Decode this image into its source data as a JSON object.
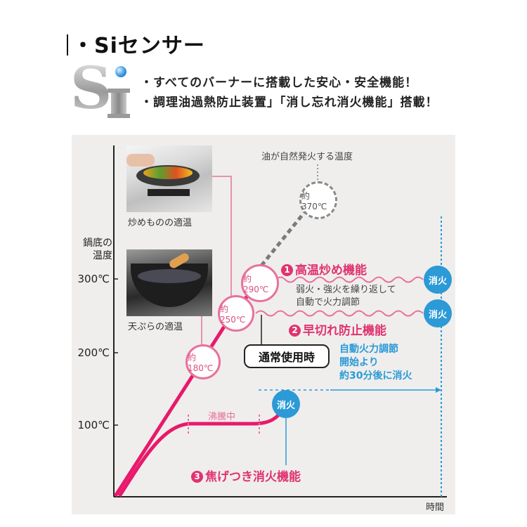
{
  "header": {
    "title": "・Siセンサー",
    "logo": "Si",
    "bullets": [
      "・すべてのバーナーに搭載した安心・安全機能！",
      "・調理油過熱防止装置」「消し忘れ消火機能」搭載！"
    ]
  },
  "chart": {
    "ylabel_line1": "鍋底の",
    "ylabel_line2": "温度",
    "xlabel": "時間",
    "yticks": [
      "300℃",
      "200℃",
      "100℃"
    ],
    "photos": [
      {
        "caption": "炒めものの適温"
      },
      {
        "caption": "天ぷらの適温"
      }
    ],
    "ignition_label": "油が自然発火する温度",
    "temp_markers": [
      "約180℃",
      "約250℃",
      "約290℃",
      "約370℃"
    ],
    "features": [
      {
        "num": "1",
        "label": "高温炒め機能"
      },
      {
        "num": "2",
        "label": "早切れ防止機能"
      },
      {
        "num": "3",
        "label": "焦げつき消火機能"
      }
    ],
    "feature1_note_line1": "弱火・強火を繰り返して",
    "feature1_note_line2": "自動で火力調節",
    "boiling_label": "沸騰中",
    "normal_use_label": "通常使用時",
    "auto_note": [
      "自動火力調節",
      "開始より",
      "約30分後に消火"
    ],
    "extinguish_label": "消火",
    "colors": {
      "pink_line": "#e8196b",
      "pink_light": "#e8719c",
      "blue": "#2b9ad6",
      "gray_dashed": "#7a7a7a",
      "panel_bg": "#efeeed"
    }
  },
  "chart_data": {
    "type": "line",
    "title": "Siセンサー 鍋底の温度と時間",
    "xlabel": "時間",
    "ylabel": "鍋底の温度",
    "yticks": [
      100,
      200,
      300
    ],
    "ylim": [
      0,
      380
    ],
    "series": [
      {
        "name": "高温炒め機能 (約290℃で自動火力調節)",
        "points": [
          [
            0,
            0
          ],
          [
            0.4,
            290
          ],
          [
            1.0,
            290
          ]
        ]
      },
      {
        "name": "早切れ防止機能 (約250℃で自動火力調節)",
        "points": [
          [
            0,
            0
          ],
          [
            0.35,
            250
          ],
          [
            1.0,
            250
          ]
        ]
      },
      {
        "name": "焦げつき消火機能 (沸騰中→消火)",
        "points": [
          [
            0,
            0
          ],
          [
            0.1,
            100
          ],
          [
            0.45,
            100
          ],
          [
            0.5,
            120
          ]
        ]
      },
      {
        "name": "油が自然発火する温度",
        "points": [
          [
            0.4,
            290
          ],
          [
            0.55,
            370
          ]
        ],
        "style": "dashed"
      }
    ],
    "annotations": [
      "約180℃ 天ぷらの適温",
      "約250℃",
      "約290℃",
      "約370℃ 油が自然発火する温度",
      "沸騰中",
      "通常使用時",
      "自動火力調節開始より約30分後に消火",
      "消火"
    ]
  }
}
